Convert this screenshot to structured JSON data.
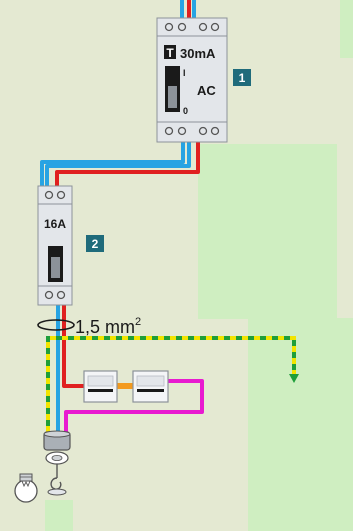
{
  "colors": {
    "background": "#e4e9d2",
    "panel": "#cfeec1",
    "device": "#e3e6ea",
    "device_edge": "#8c9299",
    "badge": "#1f6b7b",
    "phase": "#e02020",
    "neutral": "#27a3e3",
    "earth_green": "#1f9e3a",
    "earth_yellow": "#f2e400",
    "magenta": "#e81ad0",
    "orange": "#f39a1e"
  },
  "rcd": {
    "test_key": "T",
    "rating": "30mA",
    "type": "AC",
    "on_mark": "I",
    "off_mark": "0",
    "badge": "1"
  },
  "breaker": {
    "rating": "16A",
    "badge": "2"
  },
  "cable": {
    "size_value": "1,5 mm",
    "size_exp": "2"
  },
  "icons": [
    "lamp-icon",
    "ceiling-socket-icon",
    "double-switch-icon",
    "earth-arrow-icon"
  ]
}
